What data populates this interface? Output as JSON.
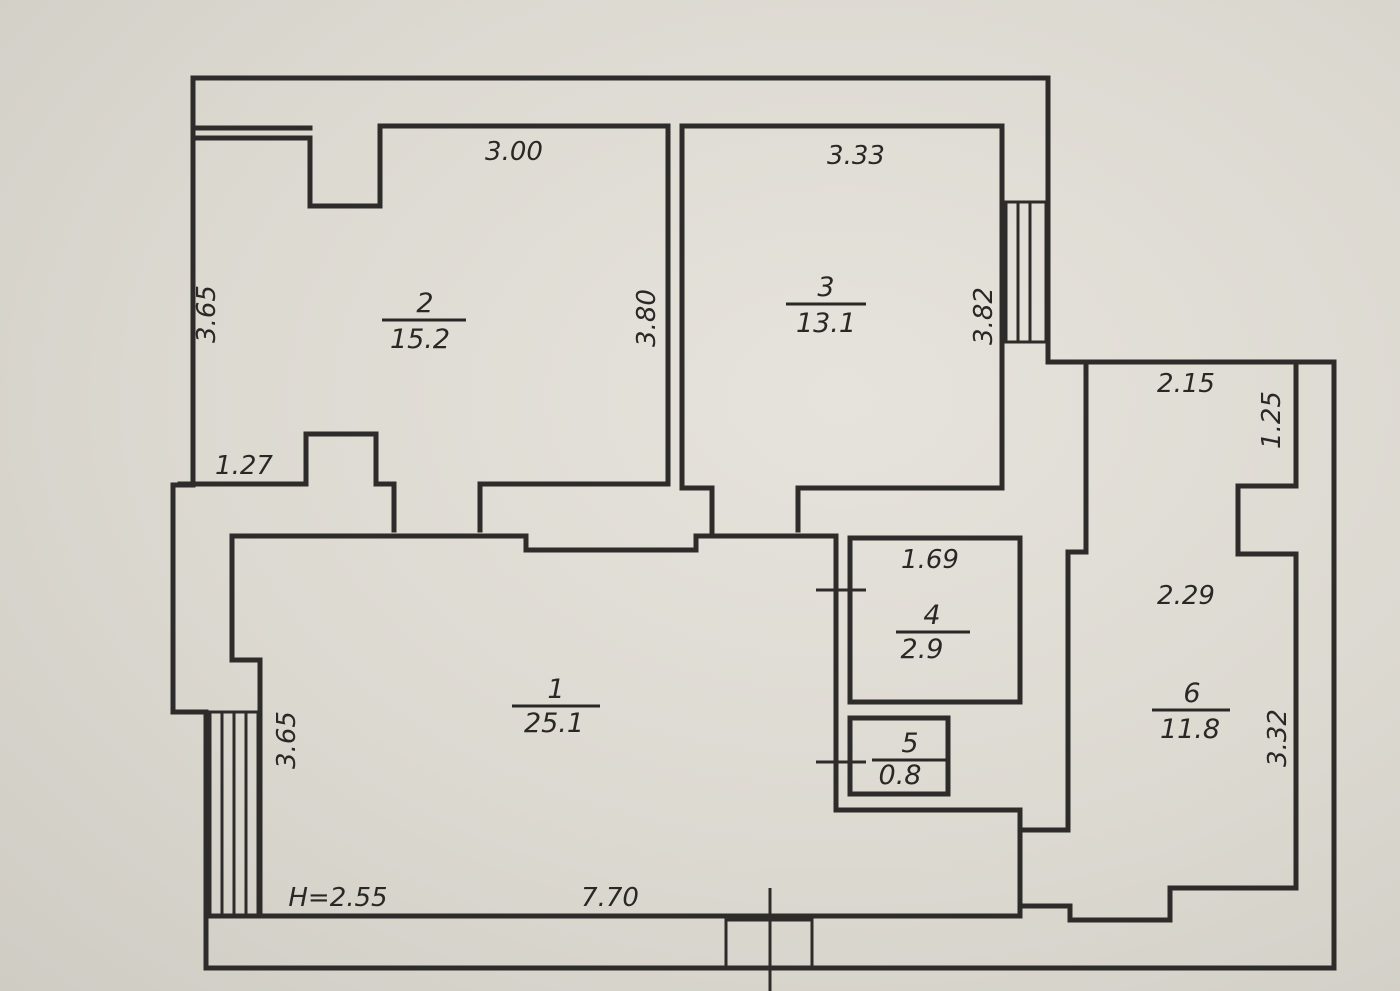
{
  "plan": {
    "rooms": [
      {
        "id": "1",
        "number": "1",
        "area": "25.1"
      },
      {
        "id": "2",
        "number": "2",
        "area": "15.2"
      },
      {
        "id": "3",
        "number": "3",
        "area": "13.1"
      },
      {
        "id": "4",
        "number": "4",
        "area": "2.9"
      },
      {
        "id": "5",
        "number": "5",
        "area": "0.8"
      },
      {
        "id": "6",
        "number": "6",
        "area": "11.8"
      }
    ],
    "dimensions": {
      "r2_top": "3.00",
      "r2_left": "3.65",
      "r2_right": "3.80",
      "r2_bottom_left": "1.27",
      "r3_top": "3.33",
      "r3_right": "3.82",
      "r6_top": "2.15",
      "r6_top_right": "1.25",
      "r6_mid": "2.29",
      "r6_right": "3.32",
      "r4_top": "1.69",
      "r1_left": "3.65",
      "r1_bottom": "7.70"
    },
    "height_label": "H=2.55",
    "colors": {
      "paper": "#dcd9d1",
      "ink": "#2e2c2a"
    }
  }
}
